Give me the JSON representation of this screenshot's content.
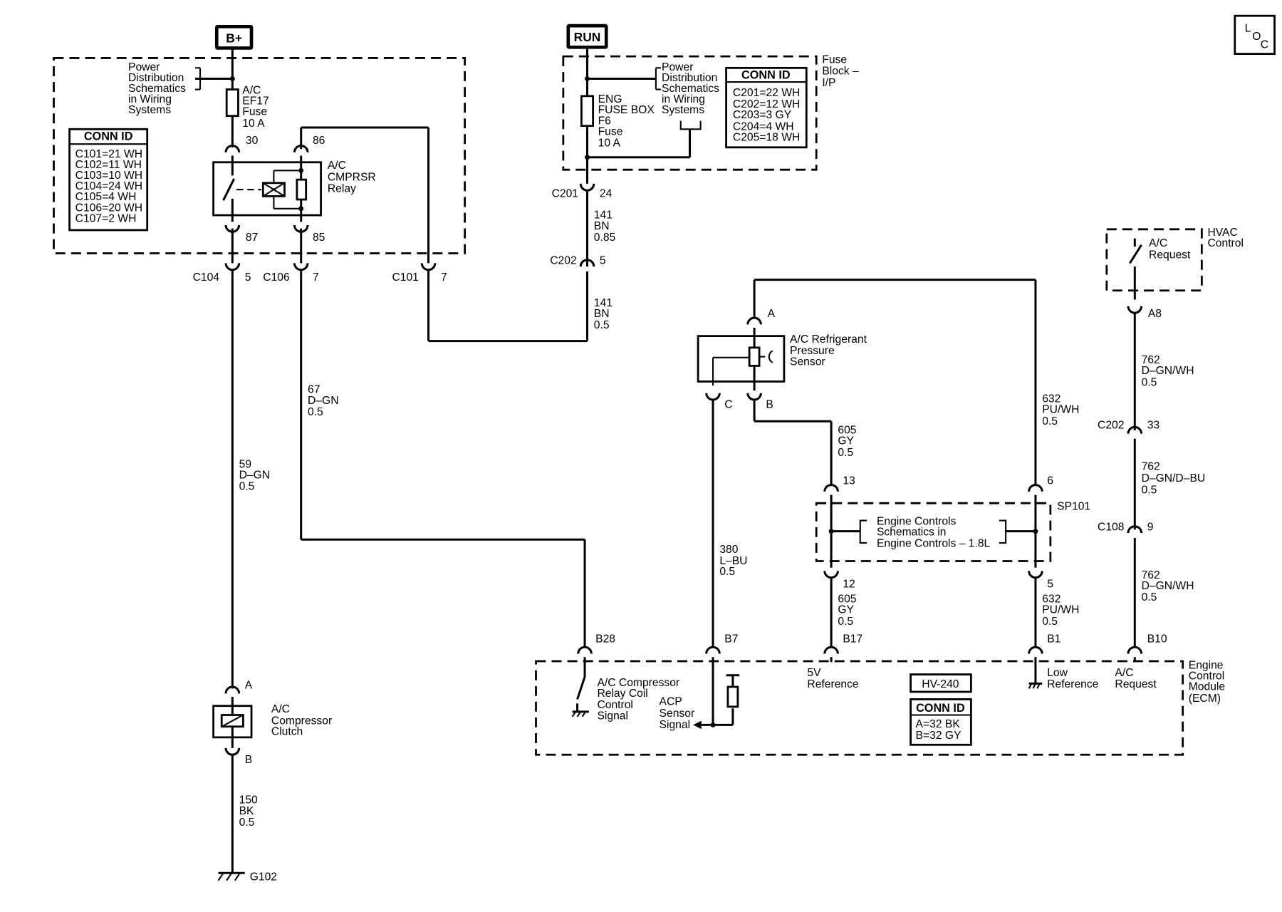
{
  "power": {
    "bplus": "B+",
    "run": "RUN",
    "loc": [
      "L",
      "O",
      "C"
    ]
  },
  "refs": {
    "pds1": [
      "Power",
      "Distribution",
      "Schematics",
      "in Wiring",
      "Systems"
    ],
    "pds2": [
      "Power",
      "Distribution",
      "Schematics",
      "in Wiring",
      "Systems"
    ],
    "ecm_ref": [
      "Engine Controls",
      "Schematics in",
      "Engine Controls – 1.8L"
    ]
  },
  "components": {
    "ef17_fuse": [
      "A/C",
      "EF17",
      "Fuse",
      "10 A"
    ],
    "relay": [
      "A/C",
      "CMPRSR",
      "Relay"
    ],
    "eng_fuse": [
      "ENG",
      "FUSE BOX",
      "F6",
      "Fuse",
      "10 A"
    ],
    "fuse_block": [
      "Fuse",
      "Block –",
      "I/P"
    ],
    "pressure_sensor": [
      "A/C Refrigerant",
      "Pressure",
      "Sensor"
    ],
    "hvac_control": [
      "HVAC",
      "Control"
    ],
    "ac_request_switch": [
      "A/C",
      "Request"
    ],
    "clutch": [
      "A/C",
      "Compressor",
      "Clutch"
    ],
    "ground": "G102",
    "splice": "SP101",
    "ecm": [
      "Engine",
      "Control",
      "Module",
      "(ECM)"
    ]
  },
  "conn_tables": {
    "left": {
      "title": "CONN ID",
      "rows": [
        "C101=21 WH",
        "C102=11 WH",
        "C103=10 WH",
        "C104=24 WH",
        "C105=4 WH",
        "C106=20 WH",
        "C107=2 WH"
      ]
    },
    "middle": {
      "title": "CONN ID",
      "rows": [
        "C201=22 WH",
        "C202=12 WH",
        "C203=3 GY",
        "C204=4 WH",
        "C205=18 WH"
      ]
    },
    "ecm": {
      "title": "CONN ID",
      "rows": [
        "A=32 BK",
        "B=32 GY"
      ]
    },
    "ecm_part": "HV-240"
  },
  "pins": {
    "r30": "30",
    "r86": "86",
    "r87": "87",
    "r85": "85",
    "c104": "C104",
    "c104_pin": "5",
    "c106": "C106",
    "c106_pin": "7",
    "c101": "C101",
    "c101_pin": "7",
    "c201": "C201",
    "c201_pin": "24",
    "c202a": "C202",
    "c202a_pin": "5",
    "sens_a": "A",
    "sens_b": "B",
    "sens_c": "C",
    "hvac_a8": "A8",
    "c202b": "C202",
    "c202b_pin": "33",
    "c108": "C108",
    "c108_pin": "9",
    "sp13": "13",
    "sp6": "6",
    "sp12": "12",
    "sp5": "5",
    "ecm_b28": "B28",
    "ecm_b7": "B7",
    "ecm_b17": "B17",
    "ecm_b1": "B1",
    "ecm_b10": "B10",
    "clutch_a": "A",
    "clutch_b": "B"
  },
  "wires": {
    "w141a": [
      "141",
      "BN",
      "0.85"
    ],
    "w141b": [
      "141",
      "BN",
      "0.5"
    ],
    "w67": [
      "67",
      "D–GN",
      "0.5"
    ],
    "w59": [
      "59",
      "D–GN",
      "0.5"
    ],
    "w150": [
      "150",
      "BK",
      "0.5"
    ],
    "w380": [
      "380",
      "L–BU",
      "0.5"
    ],
    "w605a": [
      "605",
      "GY",
      "0.5"
    ],
    "w605b": [
      "605",
      "GY",
      "0.5"
    ],
    "w632a": [
      "632",
      "PU/WH",
      "0.5"
    ],
    "w632b": [
      "632",
      "PU/WH",
      "0.5"
    ],
    "w762a": [
      "762",
      "D–GN/WH",
      "0.5"
    ],
    "w762b": [
      "762",
      "D–GN/D–BU",
      "0.5"
    ],
    "w762c": [
      "762",
      "D–GN/WH",
      "0.5"
    ]
  },
  "ecm_signals": {
    "relay_coil": [
      "A/C Compressor",
      "Relay Coil",
      "Control",
      "Signal"
    ],
    "acp": [
      "ACP",
      "Sensor",
      "Signal"
    ],
    "ref5v": [
      "5V",
      "Reference"
    ],
    "lowref": [
      "Low",
      "Reference"
    ],
    "ac_req": [
      "A/C",
      "Request"
    ]
  }
}
